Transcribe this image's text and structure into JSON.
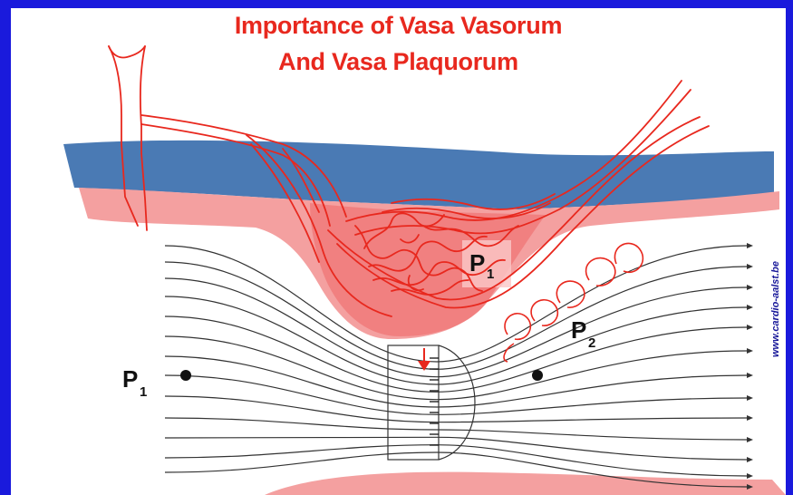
{
  "title": {
    "line1": "Importance of Vasa Vasorum",
    "line2": "And Vasa Plaquorum"
  },
  "labels": {
    "p1_plaque": "P",
    "p1_plaque_sub": "1",
    "p2": "P",
    "p2_sub": "2",
    "p1_left": "P",
    "p1_left_sub": "1"
  },
  "watermark": "www.cardio-aalst.be",
  "colors": {
    "frame": "#1a1adc",
    "adventitia": "#4a7ab4",
    "media": "#f4a0a0",
    "plaque": "#f07a7a",
    "vessels": "#e8281e",
    "flow_lines": "#333333"
  }
}
